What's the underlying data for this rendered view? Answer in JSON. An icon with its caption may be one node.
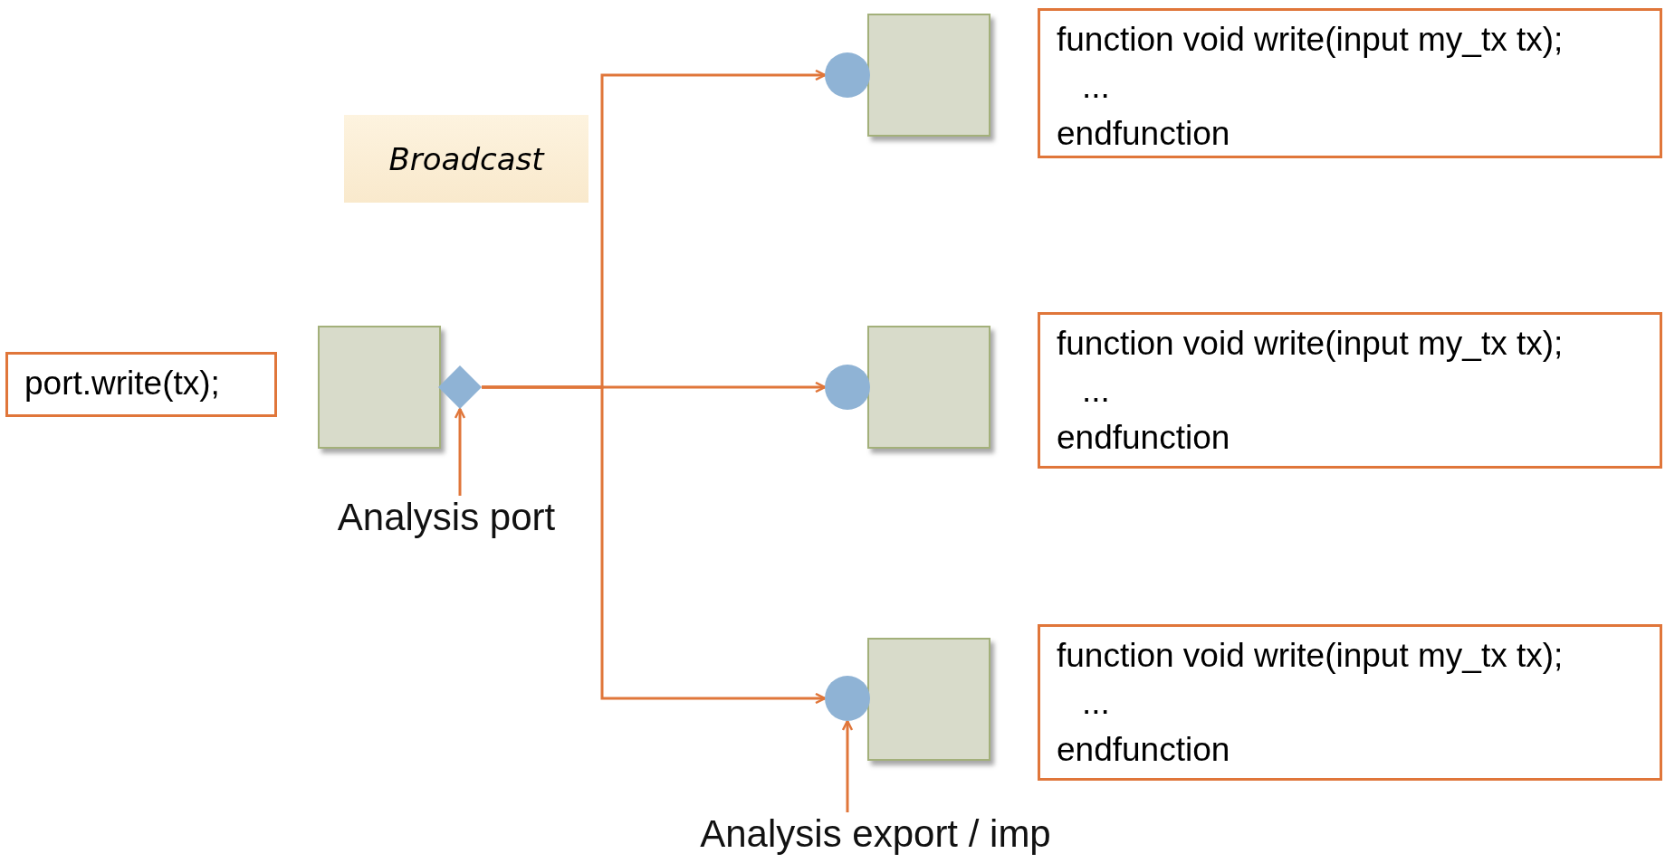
{
  "diagram": {
    "nodes": [
      {
        "text": [
          "Broadcast"
        ]
      },
      {
        "text": [],
        "shape": "circle"
      },
      {
        "text": [],
        "shape": "box"
      },
      {
        "text": [
          "function void write(input my_tx tx);",
          "...",
          "endfunction"
        ]
      },
      {
        "text": [
          "port.write(tx);"
        ]
      },
      {
        "text": [],
        "shape": "box"
      },
      {
        "text": [],
        "shape": "diamond"
      },
      {
        "text": [],
        "shape": "circle"
      },
      {
        "text": [],
        "shape": "box"
      },
      {
        "text": [
          "function void write(input my_tx tx);",
          "...",
          "endfunction"
        ]
      },
      {
        "text": [
          "Analysis port"
        ]
      },
      {
        "text": [],
        "shape": "circle"
      },
      {
        "text": [],
        "shape": "box"
      },
      {
        "text": [
          "function void write(input my_tx tx);",
          "...",
          "endfunction"
        ]
      },
      {
        "text": [
          "Analysis export / imp"
        ]
      }
    ],
    "edges": [
      {
        "from": 6,
        "to": 1,
        "arrow": "to"
      },
      {
        "from": 6,
        "to": 7,
        "arrow": "to"
      },
      {
        "from": 6,
        "to": 11,
        "arrow": "to"
      },
      {
        "from": 10,
        "to": 6,
        "arrow": "to"
      },
      {
        "from": 14,
        "to": 11,
        "arrow": "to"
      }
    ]
  }
}
